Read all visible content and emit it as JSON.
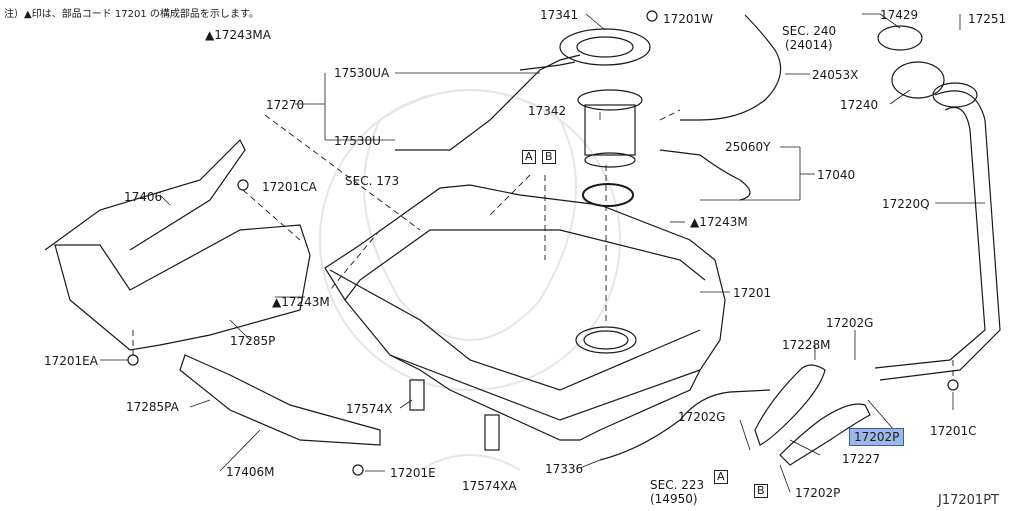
{
  "note": "注）▲印は、部品コード 17201 の構成部品を示します。",
  "reference": "J17201PT",
  "highlighted_part": "17202P",
  "highlight_color": "#9db8e8",
  "labels": {
    "p17341": "17341",
    "p17201W": "17201W",
    "sec240": "SEC. 240",
    "sec240_sub": "(24014)",
    "p17429": "17429",
    "p17251": "17251",
    "p17243MA": "▲17243MA",
    "p17530UA": "17530UA",
    "p24053X": "24053X",
    "p17240": "17240",
    "p17270": "17270",
    "p17342": "17342",
    "p17530U": "17530U",
    "p25060Y": "25060Y",
    "sec173": "SEC. 173",
    "p17040": "17040",
    "p17201CA": "17201CA",
    "p17406": "17406",
    "p17220Q": "17220Q",
    "p17243M_a": "▲17243M",
    "p17201": "17201",
    "p17243M_b": "▲17243M",
    "p17285P": "17285P",
    "p17202G_a": "17202G",
    "p17228M": "17228M",
    "p17201EA": "17201EA",
    "p17285PA": "17285PA",
    "p17574X": "17574X",
    "p17202G_b": "17202G",
    "p17202P_hl": "17202P",
    "p17201C": "17201C",
    "p17227": "17227",
    "p17406M": "17406M",
    "p17201E": "17201E",
    "p17336": "17336",
    "p17574XA": "17574XA",
    "sec223": "SEC. 223",
    "sec223_sub": "(14950)",
    "p17202P": "17202P",
    "box_A1": "A",
    "box_B1": "B",
    "box_A2": "A",
    "box_B2": "B"
  }
}
